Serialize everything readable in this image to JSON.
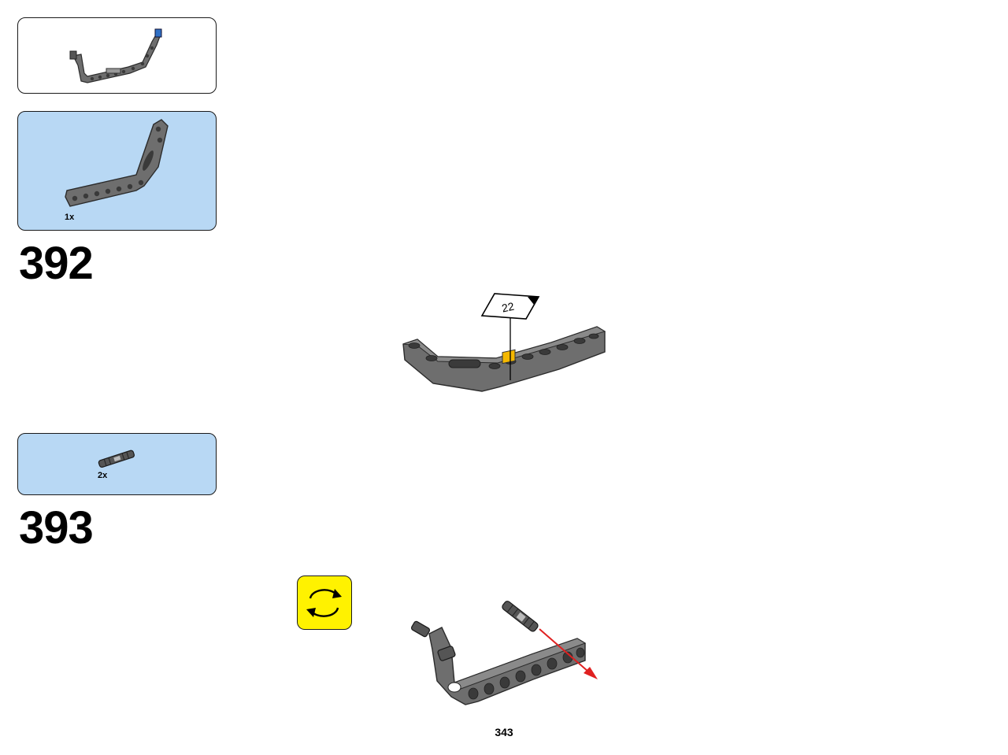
{
  "page": {
    "number": "343"
  },
  "steps": [
    {
      "number": "392",
      "parts": [
        {
          "quantity": "1x",
          "part": "bent-beam-icon"
        }
      ],
      "sticker_label": "22"
    },
    {
      "number": "393",
      "parts": [
        {
          "quantity": "2x",
          "part": "axle-pin-icon"
        }
      ],
      "rotate_hint": "rotate-model-icon"
    }
  ],
  "colors": {
    "parts_panel_bg": "#b8d8f4",
    "beam_gray": "#6e6e6e",
    "rotate_yellow": "#fff200",
    "arrow_red": "#e02020"
  }
}
